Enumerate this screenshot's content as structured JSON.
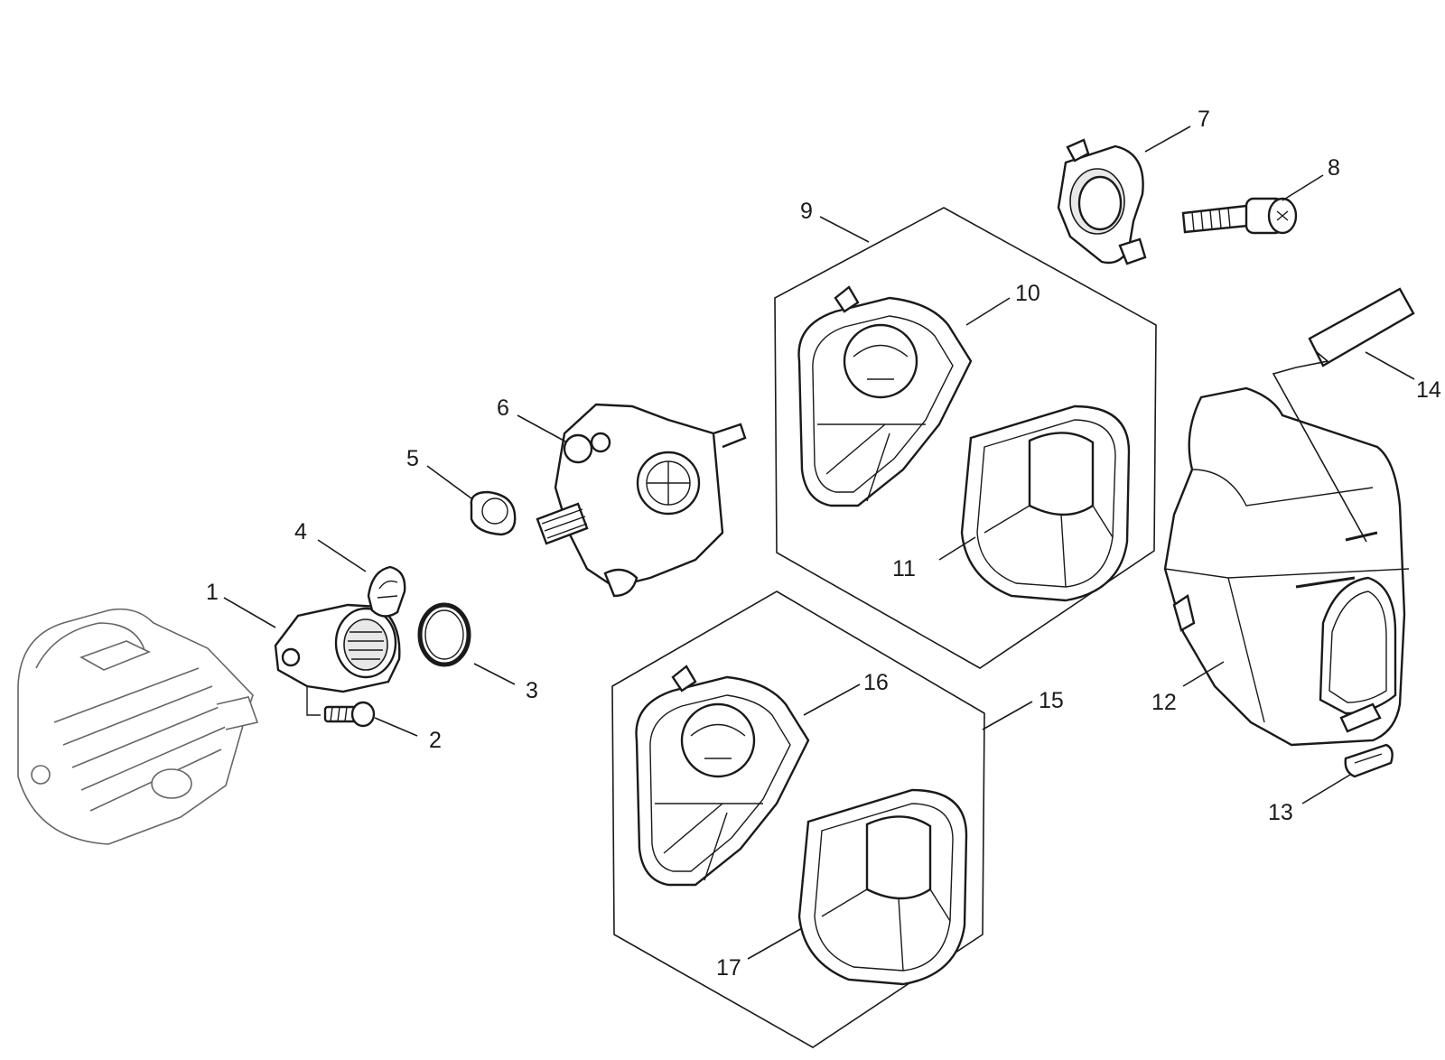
{
  "callouts": [
    "1",
    "2",
    "3",
    "4",
    "5",
    "6",
    "7",
    "8",
    "9",
    "10",
    "11",
    "12",
    "13",
    "14",
    "15",
    "16",
    "17"
  ],
  "colors": {
    "line": "#1a1a1a",
    "background": "#ffffff",
    "ghost_part": "#666666"
  }
}
